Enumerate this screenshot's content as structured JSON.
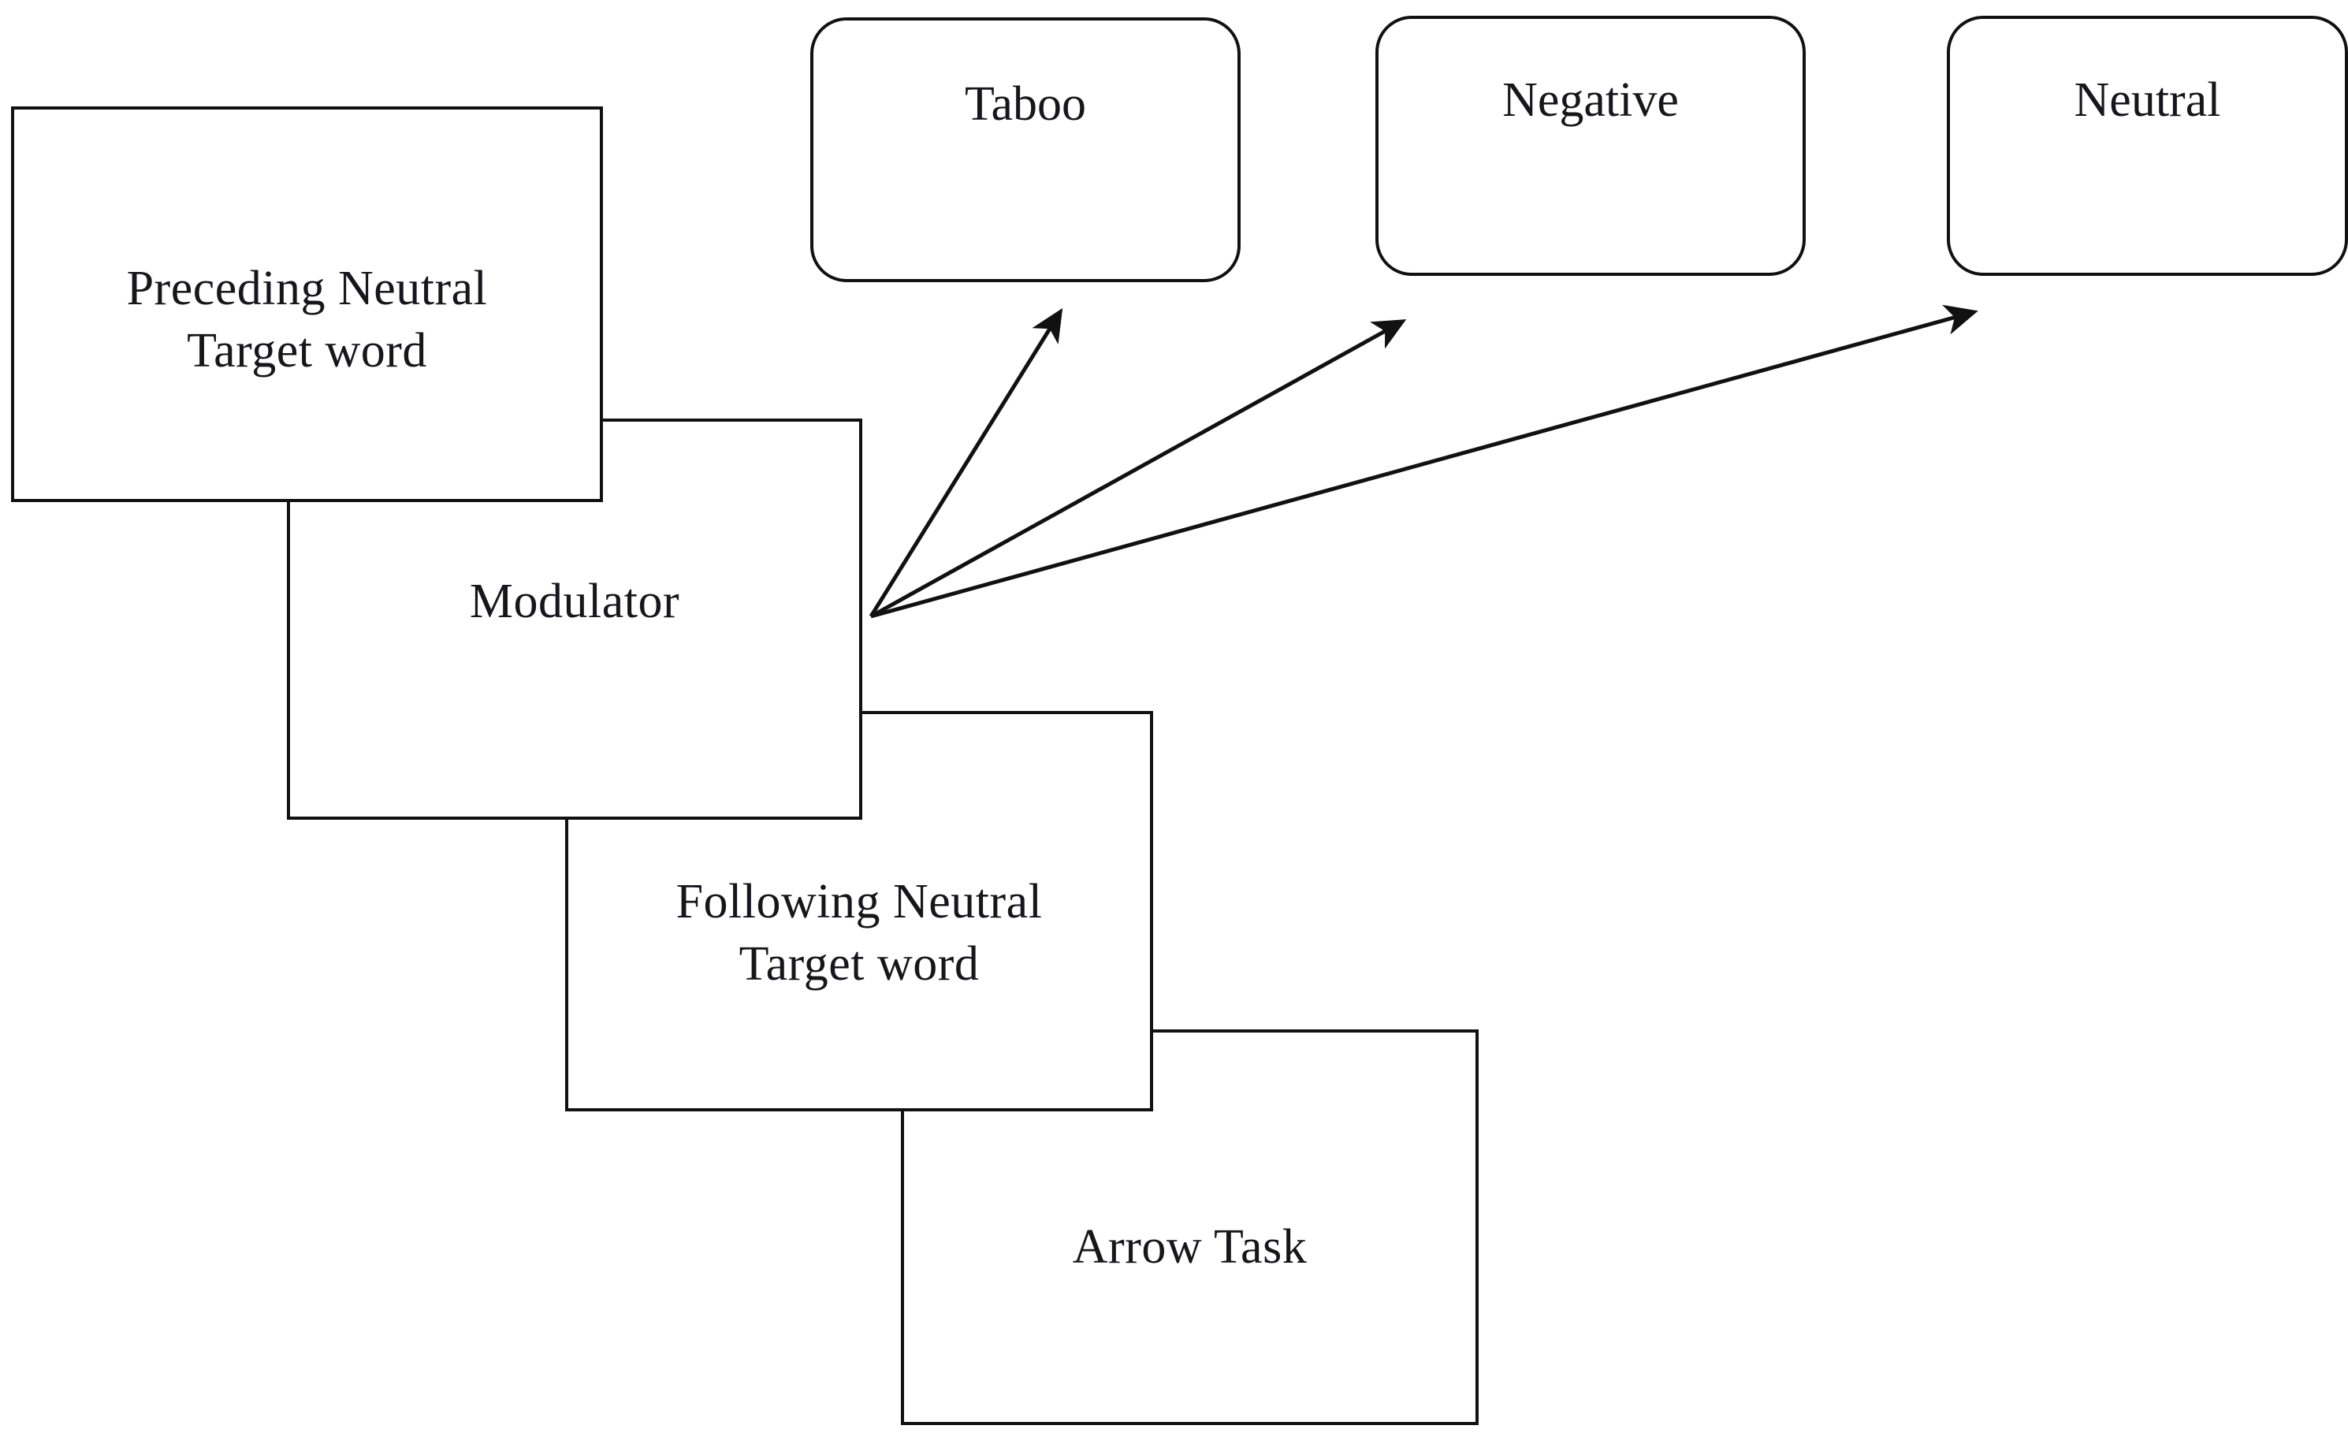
{
  "diagram": {
    "title": "Experimental trial sequence with emotional modulator conditions",
    "stroke_color": "#111111",
    "background_color": "#ffffff",
    "text_color": "#17161c",
    "sequence": [
      {
        "id": "preceding-neutral-target-word",
        "label": "Preceding Neutral\nTarget word",
        "shape": "rectangle"
      },
      {
        "id": "modulator",
        "label": "Modulator",
        "shape": "rectangle"
      },
      {
        "id": "following-neutral-target-word",
        "label": "Following  Neutral\nTarget word",
        "shape": "rectangle"
      },
      {
        "id": "arrow-task",
        "label": "Arrow Task",
        "shape": "rectangle"
      }
    ],
    "conditions": [
      {
        "id": "taboo",
        "label": "Taboo",
        "shape": "rounded-rectangle"
      },
      {
        "id": "negative",
        "label": "Negative",
        "shape": "rounded-rectangle"
      },
      {
        "id": "neutral",
        "label": "Neutral",
        "shape": "rounded-rectangle"
      }
    ],
    "connectors": [
      {
        "id": "modulator-to-taboo",
        "from": "modulator",
        "to": "taboo",
        "style": "single-headed-arrow"
      },
      {
        "id": "modulator-to-negative",
        "from": "modulator",
        "to": "negative",
        "style": "single-headed-arrow"
      },
      {
        "id": "modulator-to-neutral",
        "from": "modulator",
        "to": "neutral",
        "style": "single-headed-arrow"
      }
    ]
  }
}
